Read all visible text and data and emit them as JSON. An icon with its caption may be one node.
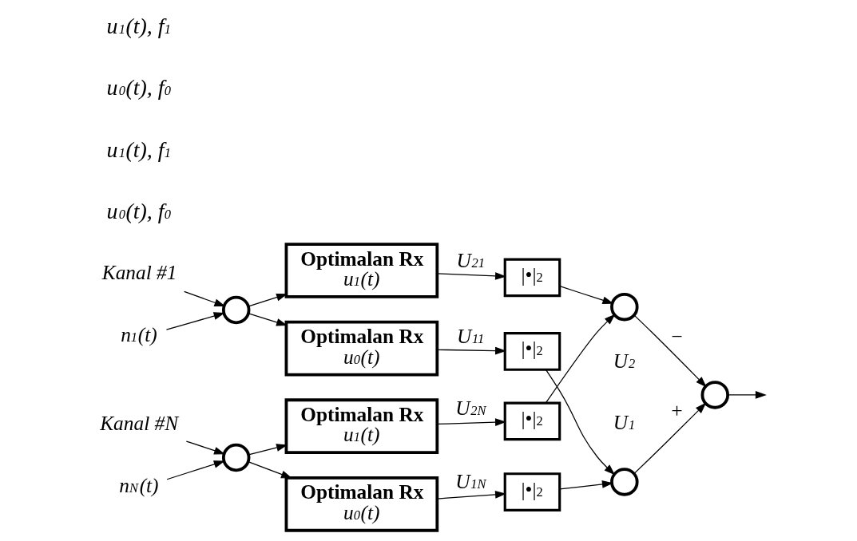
{
  "diagram": {
    "nodes": [
      {
        "text": [
          "Kanal #1"
        ]
      },
      {
        "text": [],
        "shape": "circle"
      },
      {
        "text": [
          "n$_{1}$(t)"
        ]
      },
      {
        "text": [
          "Optimalan Rx",
          "u$_{0}$(t)"
        ]
      },
      {
        "text": [
          "Optimalan Rx",
          "u$_{1}$(t)"
        ]
      },
      {
        "text": [
          "|•|$^{2}$"
        ]
      },
      {
        "text": [
          "|•|$^{2}$"
        ]
      },
      {
        "text": [
          "Kanal #N"
        ]
      },
      {
        "text": [],
        "shape": "circle"
      },
      {
        "text": [
          "n$_{N}$(t)"
        ]
      },
      {
        "text": [
          "Optimalan Rx",
          "u$_{0}$(t)"
        ]
      },
      {
        "text": [
          "Optimalan Rx",
          "u$_{1}$(t)"
        ]
      },
      {
        "text": [
          "|•|$^{2}$"
        ]
      },
      {
        "text": [
          "|•|$^{2}$"
        ]
      },
      {
        "text": [],
        "shape": "circle",
        "beside": [
          "U$_{1}$"
        ]
      },
      {
        "text": [],
        "shape": "circle",
        "beside": [
          "U$_{2}$"
        ]
      },
      {
        "text": [],
        "shape": "circle"
      }
    ],
    "edges": [
      {
        "from": 0,
        "to": 1,
        "arrow": "to"
      },
      {
        "from": 2,
        "to": 1,
        "arrow": "to"
      },
      {
        "from": 1,
        "to": 3,
        "arrow": "to"
      },
      {
        "from": 1,
        "to": 4,
        "arrow": "to"
      },
      {
        "from": 3,
        "to": 5,
        "arrow": "to",
        "label": "U$_{11}$"
      },
      {
        "from": 4,
        "to": 6,
        "arrow": "to",
        "label": "U$_{21}$"
      },
      {
        "from": 7,
        "to": 8,
        "arrow": "to"
      },
      {
        "from": 9,
        "to": 8,
        "arrow": "to"
      },
      {
        "from": 8,
        "to": 10,
        "arrow": "to"
      },
      {
        "from": 8,
        "to": 11,
        "arrow": "to"
      },
      {
        "from": 10,
        "to": 12,
        "arrow": "to",
        "label": "U$_{1N}$"
      },
      {
        "from": 11,
        "to": 13,
        "arrow": "to",
        "label": "U$_{2N}$"
      },
      {
        "from": 5,
        "to": 14,
        "arrow": "to"
      },
      {
        "from": 12,
        "to": 14,
        "arrow": "to"
      },
      {
        "from": 6,
        "to": 15,
        "arrow": "to"
      },
      {
        "from": 13,
        "to": 15,
        "arrow": "to"
      },
      {
        "from": 14,
        "to": 16,
        "arrow": "to",
        "label": "+"
      },
      {
        "from": 15,
        "to": 16,
        "arrow": "to",
        "label": "−"
      },
      {
        "from": 16,
        "to": null,
        "arrow": "to"
      }
    ],
    "labels": [
      "u$_{0}$(t), f$_{0}$",
      "u$_{1}$(t), f$_{1}$",
      "u$_{0}$(t), f$_{0}$",
      "u$_{1}$(t), f$_{1}$"
    ]
  }
}
